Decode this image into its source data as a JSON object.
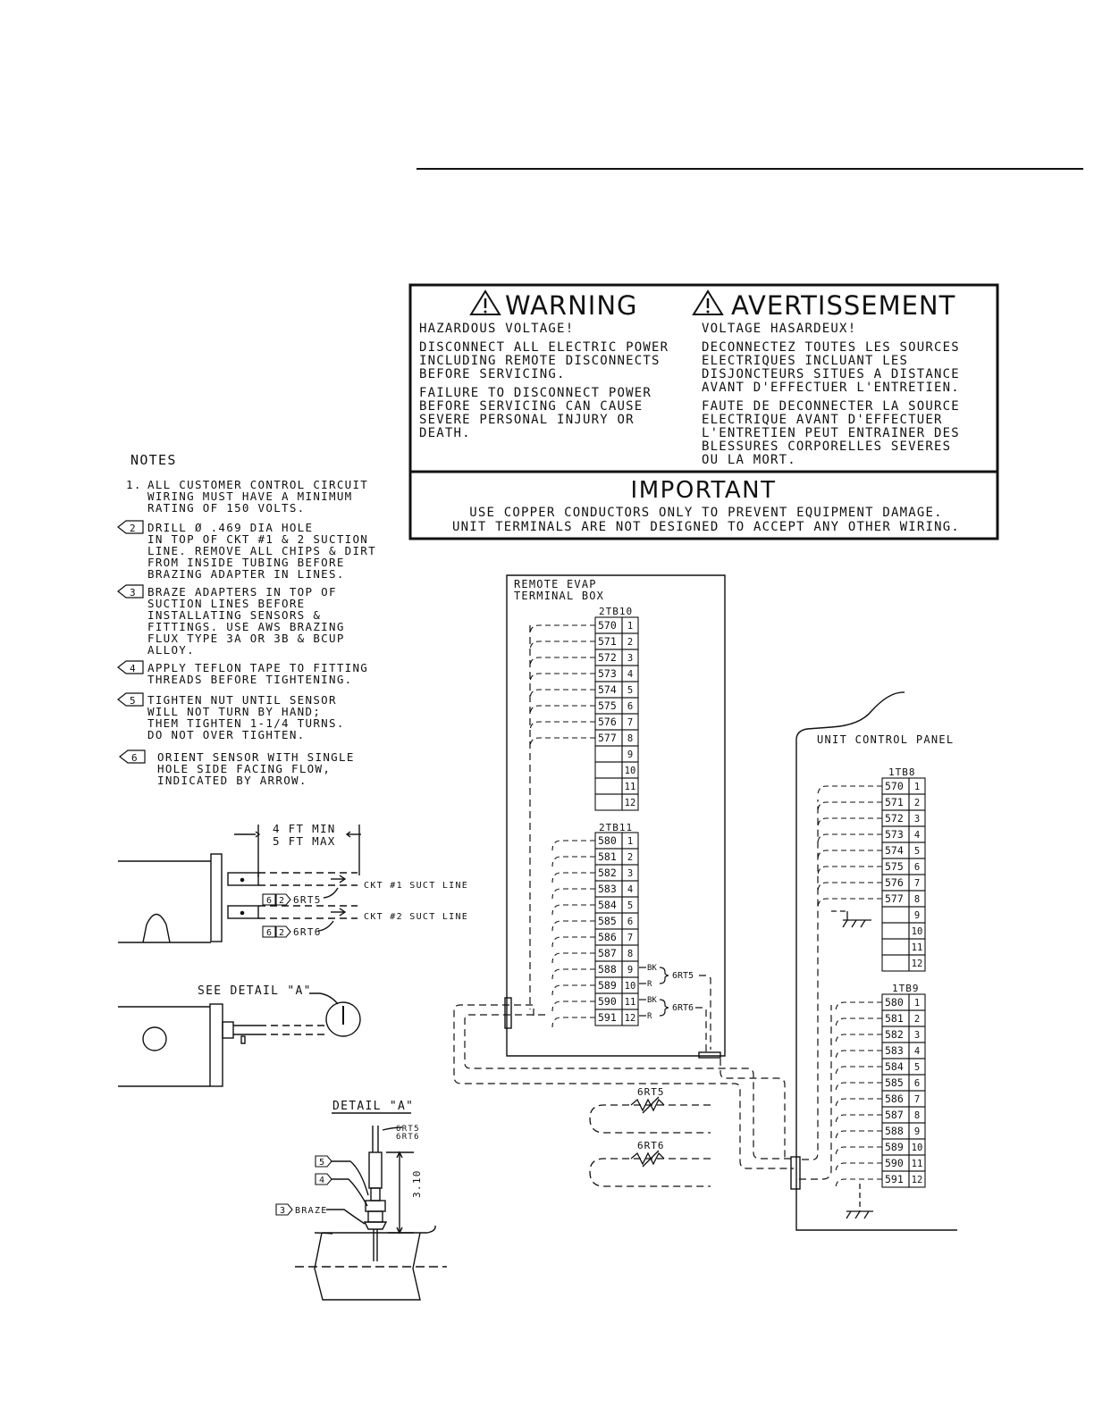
{
  "warning": {
    "en_title": "WARNING",
    "en_subtitle": "HAZARDOUS VOLTAGE!",
    "en_lines": [
      "DISCONNECT ALL ELECTRIC POWER",
      "INCLUDING REMOTE DISCONNECTS",
      "BEFORE SERVICING.",
      "FAILURE TO DISCONNECT POWER",
      "BEFORE SERVICING CAN CAUSE",
      "SEVERE PERSONAL INJURY OR",
      "DEATH."
    ],
    "fr_title": "AVERTISSEMENT",
    "fr_subtitle": "VOLTAGE HASARDEUX!",
    "fr_lines": [
      "DECONNECTEZ TOUTES LES SOURCES",
      "ELECTRIQUES INCLUANT LES",
      "DISJONCTEURS SITUES A DISTANCE",
      "AVANT D'EFFECTUER L'ENTRETIEN.",
      "FAUTE DE DECONNECTER LA SOURCE",
      "ELECTRIQUE AVANT D'EFFECTUER",
      "L'ENTRETIEN PEUT ENTRAINER DES",
      "BLESSURES CORPORELLES SEVERES",
      "OU LA MORT."
    ],
    "important_title": "IMPORTANT",
    "important_lines": [
      "USE COPPER CONDUCTORS ONLY TO PREVENT EQUIPMENT DAMAGE.",
      "UNIT TERMINALS ARE NOT DESIGNED TO ACCEPT ANY OTHER WIRING."
    ]
  },
  "notes": {
    "title": "NOTES",
    "items": [
      {
        "marker": "1.",
        "lines": [
          "ALL CUSTOMER CONTROL CIRCUIT",
          "WIRING MUST HAVE A MINIMUM",
          "RATING OF 150 VOLTS."
        ]
      },
      {
        "marker": "2",
        "lines": [
          "DRILL Ø .469 DIA HOLE",
          "IN TOP OF CKT #1 & 2 SUCTION",
          "LINE. REMOVE ALL CHIPS & DIRT",
          "FROM INSIDE TUBING BEFORE",
          "BRAZING ADAPTER IN LINES."
        ]
      },
      {
        "marker": "3",
        "lines": [
          "BRAZE ADAPTERS IN TOP OF",
          "SUCTION LINES BEFORE",
          "INSTALLATING SENSORS &",
          "FITTINGS. USE AWS BRAZING",
          "FLUX TYPE 3A OR 3B & BCUP",
          "ALLOY."
        ]
      },
      {
        "marker": "4",
        "lines": [
          "APPLY TEFLON TAPE TO FITTING",
          "THREADS BEFORE TIGHTENING."
        ]
      },
      {
        "marker": "5",
        "lines": [
          "TIGHTEN NUT UNTIL SENSOR",
          "WILL NOT TURN BY HAND;",
          "THEM TIGHTEN 1-1/4 TURNS.",
          "DO NOT OVER TIGHTEN."
        ]
      },
      {
        "marker": "6",
        "lines": [
          "ORIENT SENSOR WITH SINGLE",
          "HOLE SIDE FACING FLOW,",
          "INDICATED BY ARROW."
        ]
      }
    ]
  },
  "piping": {
    "dim_min": "4 FT MIN",
    "dim_max": "5 FT MAX",
    "ckt1": "CKT #1 SUCT LINE",
    "ckt2": "CKT #2 SUCT LINE",
    "sensor1": "6RT5",
    "sensor2": "6RT6",
    "see_detail": "SEE DETAIL \"A\""
  },
  "detail": {
    "title": "DETAIL \"A\"",
    "sensor_a": "6RT5",
    "sensor_b": "6RT6",
    "dimension": "3.10",
    "braze": "BRAZE"
  },
  "remote_box": {
    "title": [
      "REMOTE EVAP",
      "TERMINAL BOX"
    ],
    "tb_a": {
      "name": "2TB10",
      "wires": [
        "570",
        "571",
        "572",
        "573",
        "574",
        "575",
        "576",
        "577",
        "",
        "",
        "",
        ""
      ],
      "numbers": [
        "1",
        "2",
        "3",
        "4",
        "5",
        "6",
        "7",
        "8",
        "9",
        "10",
        "11",
        "12"
      ]
    },
    "tb_b": {
      "name": "2TB11",
      "wires": [
        "580",
        "581",
        "582",
        "583",
        "584",
        "585",
        "586",
        "587",
        "588",
        "589",
        "590",
        "591"
      ],
      "numbers": [
        "1",
        "2",
        "3",
        "4",
        "5",
        "6",
        "7",
        "8",
        "9",
        "10",
        "11",
        "12"
      ]
    },
    "wire_colors": [
      "BK",
      "R",
      "BK",
      "R"
    ],
    "sensor_labels": [
      "6RT5",
      "6RT6"
    ]
  },
  "unit_panel": {
    "title": "UNIT CONTROL PANEL",
    "tb_a": {
      "name": "1TB8",
      "wires": [
        "570",
        "571",
        "572",
        "573",
        "574",
        "575",
        "576",
        "577",
        "",
        "",
        "",
        ""
      ],
      "numbers": [
        "1",
        "2",
        "3",
        "4",
        "5",
        "6",
        "7",
        "8",
        "9",
        "10",
        "11",
        "12"
      ]
    },
    "tb_b": {
      "name": "1TB9",
      "wires": [
        "580",
        "581",
        "582",
        "583",
        "584",
        "585",
        "586",
        "587",
        "588",
        "589",
        "590",
        "591"
      ],
      "numbers": [
        "1",
        "2",
        "3",
        "4",
        "5",
        "6",
        "7",
        "8",
        "9",
        "10",
        "11",
        "12"
      ]
    }
  },
  "field_sensors": [
    "6RT5",
    "6RT6"
  ]
}
